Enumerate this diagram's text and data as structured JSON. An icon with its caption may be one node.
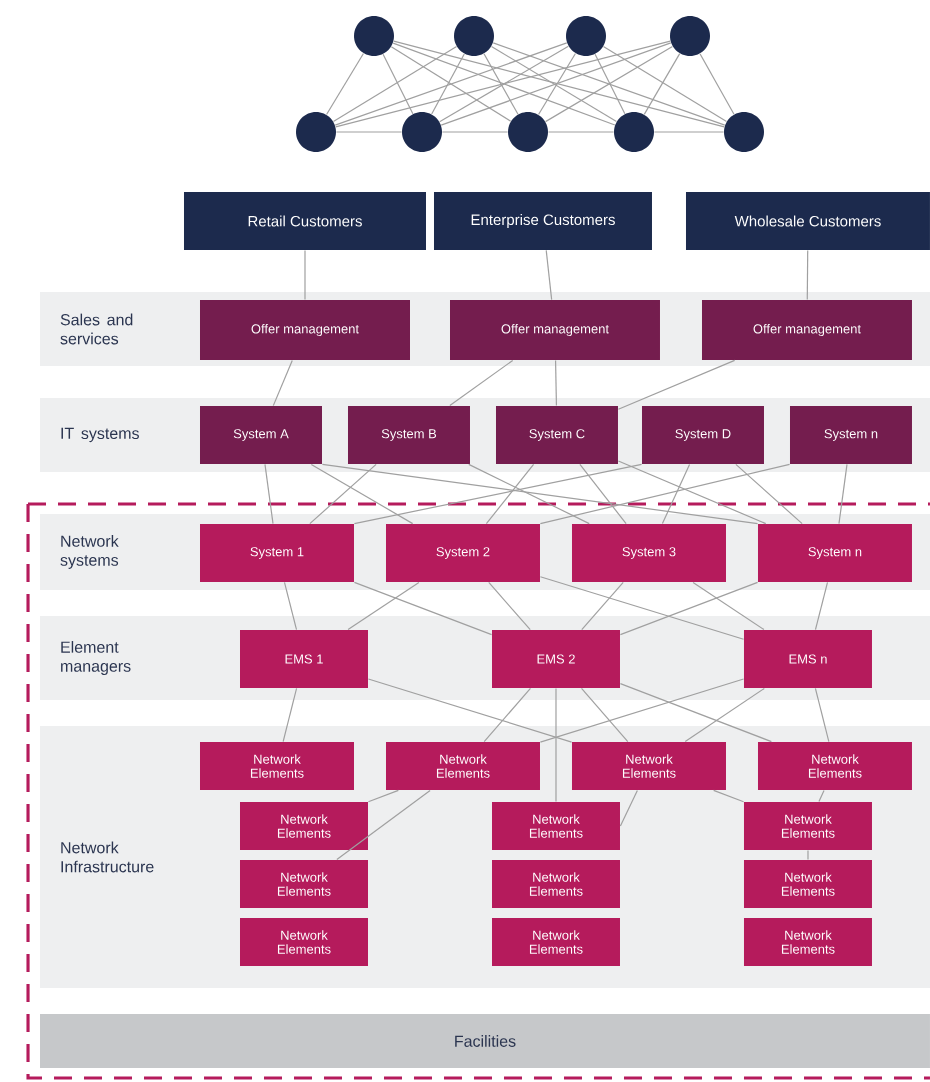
{
  "diagram": {
    "nodes": [
      {
        "text": [],
        "shape": "circle"
      },
      {
        "text": [],
        "shape": "circle"
      },
      {
        "text": [],
        "shape": "circle"
      },
      {
        "text": [],
        "shape": "circle"
      },
      {
        "text": [],
        "shape": "circle"
      },
      {
        "text": [],
        "shape": "circle"
      },
      {
        "text": [],
        "shape": "circle"
      },
      {
        "text": [],
        "shape": "circle"
      },
      {
        "text": [],
        "shape": "circle"
      },
      {
        "text": [
          "Retail Customers"
        ]
      },
      {
        "text": [
          "Enterprise Customers"
        ]
      },
      {
        "text": [
          "Wholesale Customers"
        ]
      },
      {
        "text": [
          "Sales and services"
        ]
      },
      {
        "text": [
          "Offer management"
        ],
        "in": 12
      },
      {
        "text": [
          "Offer management"
        ],
        "in": 12
      },
      {
        "text": [
          "Offer management"
        ],
        "in": 12
      },
      {
        "text": [
          "IT systems"
        ]
      },
      {
        "text": [
          "System A"
        ],
        "in": 16
      },
      {
        "text": [
          "System B"
        ],
        "in": 16
      },
      {
        "text": [
          "System C"
        ],
        "in": 16
      },
      {
        "text": [
          "System D"
        ],
        "in": 16
      },
      {
        "text": [
          "System n"
        ],
        "in": 16
      },
      {
        "text": [
          "Network systems"
        ]
      },
      {
        "text": [
          "System 1"
        ],
        "in": 22
      },
      {
        "text": [
          "System 2"
        ],
        "in": 22
      },
      {
        "text": [
          "System 3"
        ],
        "in": 22
      },
      {
        "text": [
          "System n"
        ],
        "in": 22
      },
      {
        "text": [
          "Element managers"
        ]
      },
      {
        "text": [
          "EMS 1"
        ],
        "in": 27
      },
      {
        "text": [
          "EMS 2"
        ],
        "in": 27
      },
      {
        "text": [
          "EMS n"
        ],
        "in": 27
      },
      {
        "text": [
          "Network Infrastructure"
        ]
      },
      {
        "text": [
          "Network Elements"
        ],
        "in": 31
      },
      {
        "text": [
          "Network Elements"
        ],
        "in": 31
      },
      {
        "text": [
          "Network Elements"
        ],
        "in": 31
      },
      {
        "text": [
          "Network Elements"
        ],
        "in": 31
      },
      {
        "text": [
          "Network Elements"
        ],
        "in": 31
      },
      {
        "text": [
          "Network Elements"
        ],
        "in": 31
      },
      {
        "text": [
          "Network Elements"
        ],
        "in": 31
      },
      {
        "text": [
          "Network Elements"
        ],
        "in": 31
      },
      {
        "text": [
          "Network Elements"
        ],
        "in": 31
      },
      {
        "text": [
          "Network Elements"
        ],
        "in": 31
      },
      {
        "text": [
          "Network Elements"
        ],
        "in": 31
      },
      {
        "text": [
          "Network Elements"
        ],
        "in": 31
      },
      {
        "text": [
          "Network Elements"
        ],
        "in": 31
      },
      {
        "text": [
          "Facilities"
        ]
      }
    ],
    "edges": [
      {
        "from": 0,
        "to": 4,
        "arrow": "none"
      },
      {
        "from": 0,
        "to": 5,
        "arrow": "none"
      },
      {
        "from": 0,
        "to": 6,
        "arrow": "none"
      },
      {
        "from": 0,
        "to": 7,
        "arrow": "none"
      },
      {
        "from": 0,
        "to": 8,
        "arrow": "none"
      },
      {
        "from": 1,
        "to": 4,
        "arrow": "none"
      },
      {
        "from": 1,
        "to": 5,
        "arrow": "none"
      },
      {
        "from": 1,
        "to": 6,
        "arrow": "none"
      },
      {
        "from": 1,
        "to": 7,
        "arrow": "none"
      },
      {
        "from": 1,
        "to": 8,
        "arrow": "none"
      },
      {
        "from": 2,
        "to": 4,
        "arrow": "none"
      },
      {
        "from": 2,
        "to": 5,
        "arrow": "none"
      },
      {
        "from": 2,
        "to": 6,
        "arrow": "none"
      },
      {
        "from": 2,
        "to": 7,
        "arrow": "none"
      },
      {
        "from": 2,
        "to": 8,
        "arrow": "none"
      },
      {
        "from": 3,
        "to": 4,
        "arrow": "none"
      },
      {
        "from": 3,
        "to": 5,
        "arrow": "none"
      },
      {
        "from": 3,
        "to": 6,
        "arrow": "none"
      },
      {
        "from": 3,
        "to": 7,
        "arrow": "none"
      },
      {
        "from": 3,
        "to": 8,
        "arrow": "none"
      },
      {
        "from": 4,
        "to": 5,
        "arrow": "none"
      },
      {
        "from": 5,
        "to": 6,
        "arrow": "none"
      },
      {
        "from": 6,
        "to": 7,
        "arrow": "none"
      },
      {
        "from": 7,
        "to": 8,
        "arrow": "none"
      },
      {
        "from": 9,
        "to": 13,
        "arrow": "none"
      },
      {
        "from": 10,
        "to": 14,
        "arrow": "none"
      },
      {
        "from": 11,
        "to": 15,
        "arrow": "none"
      },
      {
        "from": 13,
        "to": 17,
        "arrow": "none"
      },
      {
        "from": 14,
        "to": 18,
        "arrow": "none"
      },
      {
        "from": 14,
        "to": 19,
        "arrow": "none"
      },
      {
        "from": 15,
        "to": 19,
        "arrow": "none"
      },
      {
        "from": 17,
        "to": 23,
        "arrow": "none"
      },
      {
        "from": 17,
        "to": 24,
        "arrow": "none"
      },
      {
        "from": 17,
        "to": 26,
        "arrow": "none"
      },
      {
        "from": 18,
        "to": 23,
        "arrow": "none"
      },
      {
        "from": 18,
        "to": 25,
        "arrow": "none"
      },
      {
        "from": 19,
        "to": 24,
        "arrow": "none"
      },
      {
        "from": 19,
        "to": 25,
        "arrow": "none"
      },
      {
        "from": 19,
        "to": 26,
        "arrow": "none"
      },
      {
        "from": 20,
        "to": 23,
        "arrow": "none"
      },
      {
        "from": 20,
        "to": 25,
        "arrow": "none"
      },
      {
        "from": 20,
        "to": 26,
        "arrow": "none"
      },
      {
        "from": 21,
        "to": 24,
        "arrow": "none"
      },
      {
        "from": 21,
        "to": 26,
        "arrow": "none"
      },
      {
        "from": 23,
        "to": 28,
        "arrow": "none"
      },
      {
        "from": 23,
        "to": 29,
        "arrow": "none"
      },
      {
        "from": 24,
        "to": 28,
        "arrow": "none"
      },
      {
        "from": 24,
        "to": 29,
        "arrow": "none"
      },
      {
        "from": 24,
        "to": 30,
        "arrow": "none"
      },
      {
        "from": 25,
        "to": 29,
        "arrow": "none"
      },
      {
        "from": 25,
        "to": 30,
        "arrow": "none"
      },
      {
        "from": 26,
        "to": 29,
        "arrow": "none"
      },
      {
        "from": 26,
        "to": 30,
        "arrow": "none"
      },
      {
        "from": 28,
        "to": 32,
        "arrow": "none"
      },
      {
        "from": 28,
        "to": 34,
        "arrow": "none"
      },
      {
        "from": 29,
        "to": 33,
        "arrow": "none"
      },
      {
        "from": 29,
        "to": 34,
        "arrow": "none"
      },
      {
        "from": 29,
        "to": 35,
        "arrow": "none"
      },
      {
        "from": 29,
        "to": 37,
        "arrow": "none"
      },
      {
        "from": 30,
        "to": 33,
        "arrow": "none"
      },
      {
        "from": 30,
        "to": 34,
        "arrow": "none"
      },
      {
        "from": 30,
        "to": 35,
        "arrow": "none"
      },
      {
        "from": 33,
        "to": 36,
        "arrow": "none"
      },
      {
        "from": 33,
        "to": 39,
        "arrow": "none"
      },
      {
        "from": 34,
        "to": 37,
        "arrow": "none"
      },
      {
        "from": 34,
        "to": 38,
        "arrow": "none"
      },
      {
        "from": 35,
        "to": 38,
        "arrow": "none"
      },
      {
        "from": 38,
        "to": 41,
        "arrow": "none"
      }
    ]
  }
}
